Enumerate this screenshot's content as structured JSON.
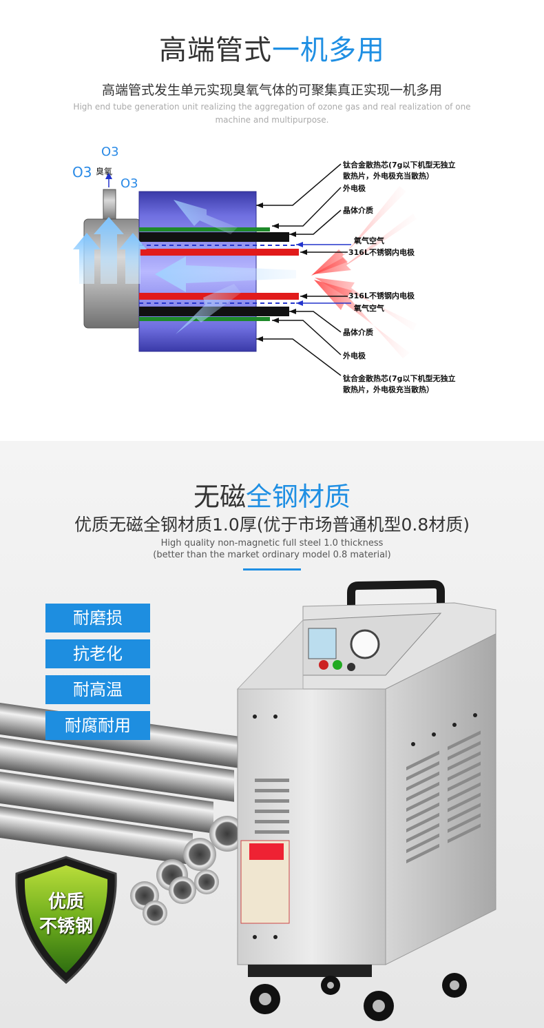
{
  "section1": {
    "title_plain": "高端管式",
    "title_accent": "一机多用",
    "subtitle": "高端管式发生单元实现臭氧气体的可聚集真正实现一机多用",
    "subtitle_en": "High end tube generation unit realizing the aggregation of ozone gas and real realization of one machine and multipurpose.",
    "diagram": {
      "ozone_label": "臭氧",
      "o3_marks": [
        "O3",
        "O3",
        "O3"
      ],
      "labels_top": [
        "钛合金散热芯(7g以下机型无独立",
        "散热片，外电极充当散热）",
        "外电极",
        "晶体介质",
        "氧气空气",
        "316L不锈钢内电极"
      ],
      "labels_bottom": [
        "316L不锈钢内电极",
        "氧气空气",
        "晶体介质",
        "外电极",
        "钛合金散热芯(7g以下机型无独立",
        "散热片，外电极充当散热）"
      ]
    }
  },
  "section2": {
    "title_plain": "无磁",
    "title_accent": "全钢材质",
    "subtitle": "优质无磁全钢材质1.0厚(优于市场普通机型0.8材质)",
    "subtitle_en_1": "High quality non-magnetic full steel 1.0 thickness",
    "subtitle_en_2": "(better than the market ordinary model 0.8 material)",
    "features": [
      "耐磨损",
      "抗老化",
      "耐高温",
      "耐腐耐用"
    ],
    "badge": [
      "优质",
      "不锈钢"
    ],
    "colors": {
      "accent": "#1f8fe3",
      "feature_bg": "#1e8ee0"
    }
  }
}
